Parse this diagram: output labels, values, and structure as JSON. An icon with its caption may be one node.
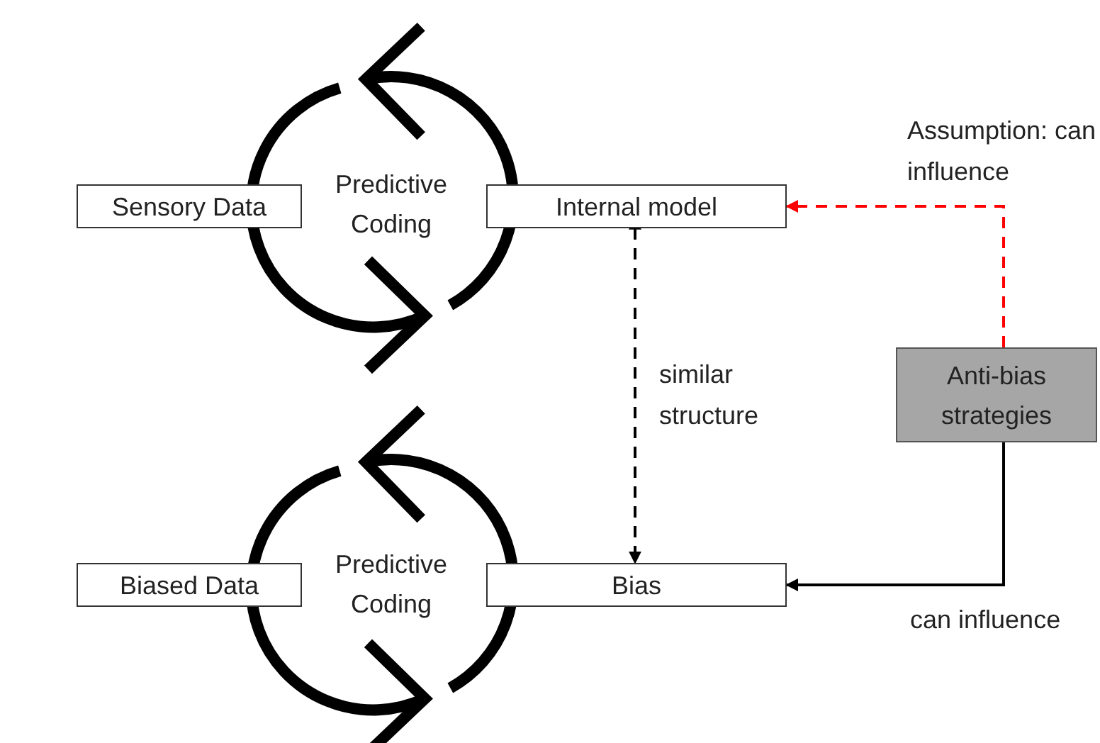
{
  "diagram": {
    "nodes": [
      {
        "text": [
          "Sensory Data"
        ]
      },
      {
        "text": [
          "Internal model"
        ]
      },
      {
        "text": [
          "Biased Data"
        ]
      },
      {
        "text": [
          "Bias"
        ]
      },
      {
        "text": [
          "Anti-bias strategies"
        ]
      }
    ],
    "edges": [
      {
        "from": 1,
        "to": 3,
        "arrow": "both",
        "style": "dashed",
        "label": "similar structure"
      },
      {
        "from": 4,
        "to": 1,
        "arrow": "to",
        "style": "dashed",
        "color": "#ff0000",
        "label": "Assumption: can influence"
      },
      {
        "from": 4,
        "to": 3,
        "arrow": "to",
        "label": "can influence"
      }
    ],
    "labels": [
      "Predictive Coding",
      "Predictive Coding"
    ]
  }
}
